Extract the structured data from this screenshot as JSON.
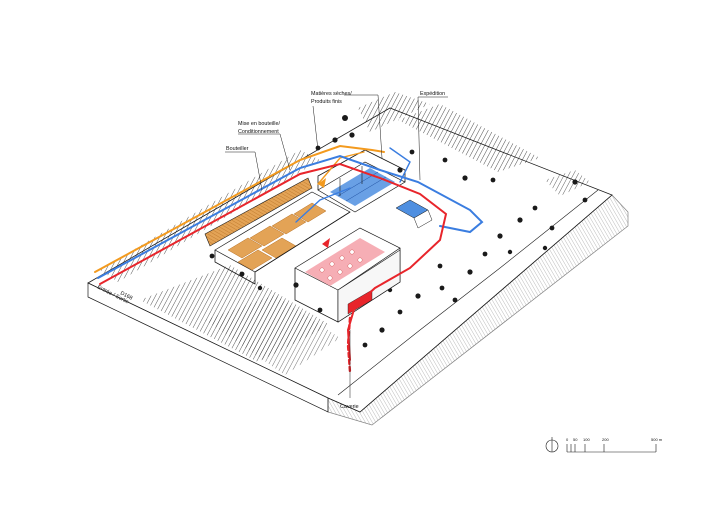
{
  "labels": {
    "matieres": "Matières sèches/",
    "produits": "Produits finis",
    "expedition": "Expédition",
    "mise": "Mise en bouteille/",
    "conditionnement": "Conditionnement",
    "bouteiller": "Bouteiller",
    "entree": "Entrée / Sortie",
    "road": "D168",
    "caverie": "Caverie"
  },
  "scale": {
    "ticks": [
      "0",
      "50",
      "100",
      "200",
      "500 m"
    ]
  },
  "colors": {
    "orange_flow": "#f39a1e",
    "blue_flow": "#3a7de0",
    "red_flow": "#e8252b",
    "wood": "#e3a356",
    "blue_zone": "#4f8fe0",
    "pink_zone": "#f4a0a8",
    "line": "#1a1a1a"
  },
  "icons": [
    "north-arrow-icon"
  ]
}
